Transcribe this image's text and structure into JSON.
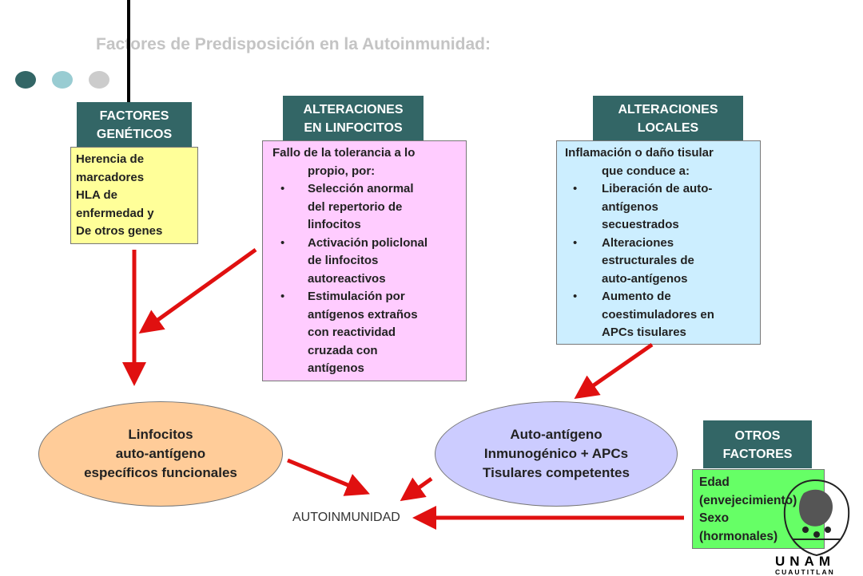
{
  "title": "Factores de Predisposición en la Autoinmunidad:",
  "dots": [
    {
      "color": "#336666"
    },
    {
      "color": "#99ccd2"
    },
    {
      "color": "#cccccc"
    }
  ],
  "genetic": {
    "header": [
      "FACTORES",
      "GENÉTICOS"
    ],
    "lines": [
      "Herencia de",
      "marcadores",
      "HLA de",
      "enfermedad y",
      "De otros genes"
    ],
    "bg": "#ffff99"
  },
  "lymph": {
    "header": [
      "ALTERACIONES",
      "EN LINFOCITOS"
    ],
    "intro": [
      "Fallo de la tolerancia a lo",
      "propio, por:"
    ],
    "bullets": [
      [
        "Selección anormal",
        "del repertorio de",
        "linfocitos"
      ],
      [
        "Activación policlonal",
        "de linfocitos",
        "autoreactivos"
      ],
      [
        "Estimulación por",
        "antígenos extraños",
        "con reactividad",
        "cruzada con",
        "antígenos"
      ]
    ],
    "bg": "#ffccff"
  },
  "local": {
    "header": [
      "ALTERACIONES",
      "LOCALES"
    ],
    "intro": [
      "Inflamación o daño tisular",
      "que conduce a:"
    ],
    "bullets": [
      [
        "Liberación de auto-",
        "antígenos",
        "secuestrados"
      ],
      [
        "Alteraciones",
        "estructurales de",
        "auto-antígenos"
      ],
      [
        "Aumento de",
        "coestimuladores en",
        "APCs tisulares"
      ]
    ],
    "bg": "#cceeff"
  },
  "others": {
    "header": [
      "OTROS",
      "FACTORES"
    ],
    "lines": [
      "Edad",
      "(envejecimiento)",
      "Sexo",
      "(hormonales)"
    ],
    "bg": "#66ff66"
  },
  "ellipse_lymph": {
    "lines": [
      "Linfocitos",
      "auto-antígeno",
      "específicos funcionales"
    ],
    "bg": "#ffcc99"
  },
  "ellipse_auto": {
    "lines": [
      "Auto-antígeno",
      "Inmunogénico + APCs",
      "Tisulares competentes"
    ],
    "bg": "#ccccff"
  },
  "outcome": "AUTOINMUNIDAD",
  "logo": {
    "text": "UNAM",
    "subtext": "CUAUTITLAN"
  },
  "arrow_color": "#e01010"
}
